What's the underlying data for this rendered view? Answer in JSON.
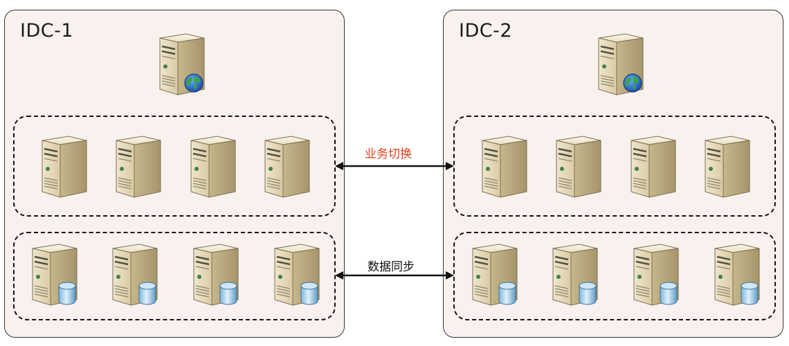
{
  "idcs": [
    {
      "title": "IDC-1"
    },
    {
      "title": "IDC-2"
    }
  ],
  "links": {
    "switch_label": "业务切换",
    "switch_color": "#e0401a",
    "sync_label": "数据同步",
    "sync_color": "#111111"
  },
  "icons": {
    "web_server": "server-globe-icon",
    "app_server": "server-icon",
    "db_server": "server-database-icon"
  }
}
